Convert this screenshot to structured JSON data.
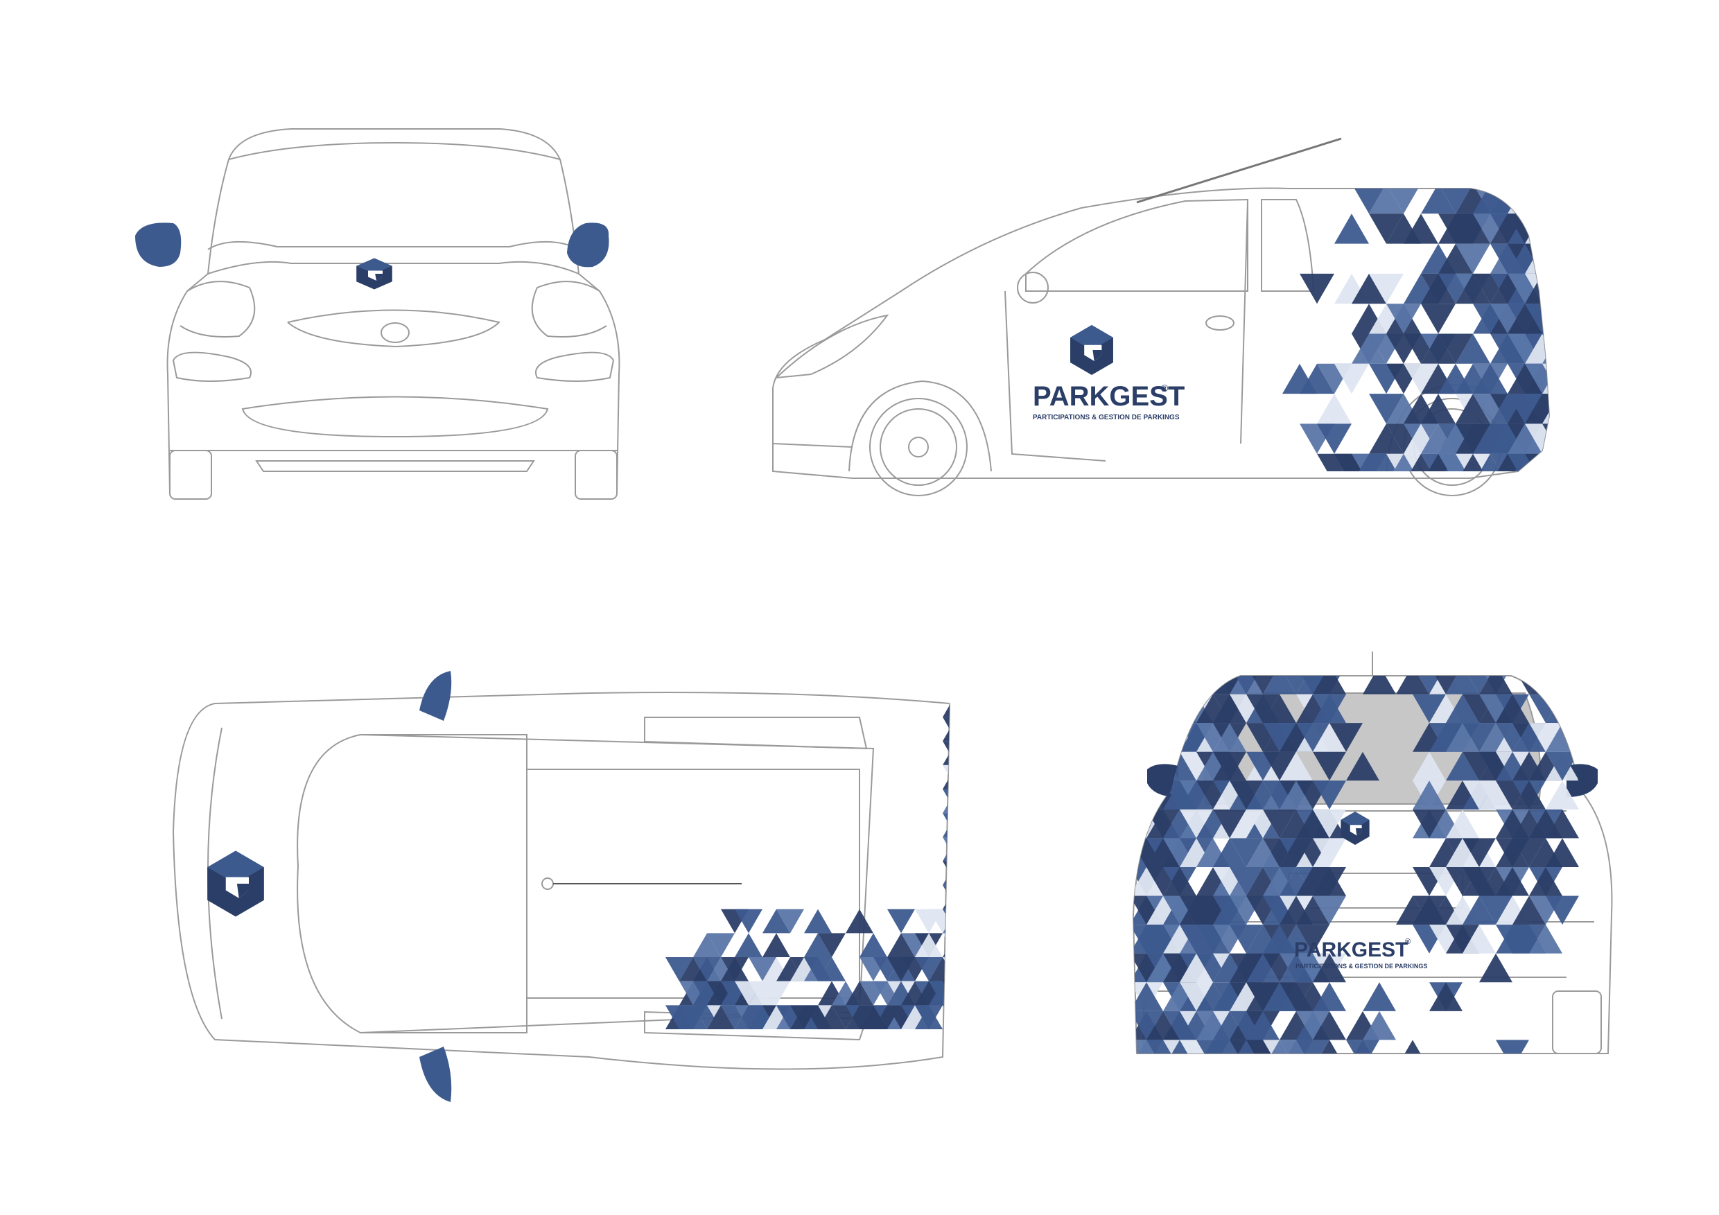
{
  "brand": {
    "name": "PARKGEST",
    "registered_mark": "®",
    "tagline": "PARTICIPATIONS & GESTION DE PARKINGS"
  },
  "colors": {
    "navy": "#2b3e67",
    "blue": "#3d5a8e",
    "mid": "#5a76a8",
    "light": "#dfe6f1",
    "outline": "#9a9a9a",
    "glass": "#c7c7c7"
  },
  "views": [
    {
      "name": "front",
      "logo": "parkgest-emblem",
      "pattern": "none"
    },
    {
      "name": "side",
      "logo": "parkgest-emblem",
      "pattern": "geometric-triangles"
    },
    {
      "name": "top",
      "logo": "parkgest-emblem",
      "pattern": "geometric-triangles"
    },
    {
      "name": "rear",
      "logo": "parkgest-emblem",
      "pattern": "geometric-triangles"
    }
  ]
}
